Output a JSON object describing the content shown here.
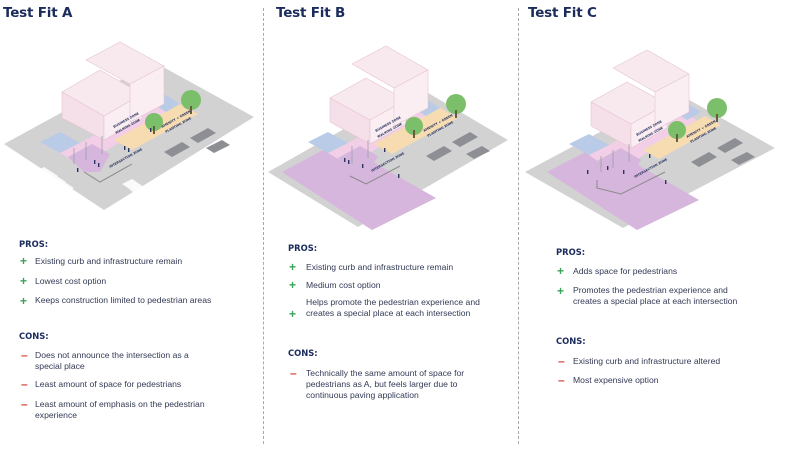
{
  "cards": [
    {
      "title": "Test Fit A",
      "pros_label": "PROS:",
      "cons_label": "CONS:",
      "zone_labels": [
        "BUSINESS ZONE",
        "WALKING ZONE",
        "AMENITY + GREEN",
        "PLANTING ZONE",
        "INTERSECTION ZONE"
      ],
      "pros": [
        "Existing curb and infrastructure remain",
        "Lowest cost option",
        "Keeps construction limited to pedestrian areas"
      ],
      "cons": [
        "Does not announce the intersection as a special place",
        "Least amount of space for pedestrians",
        "Least amount of emphasis on the pedestrian experience"
      ]
    },
    {
      "title": "Test Fit B",
      "pros_label": "PROS:",
      "cons_label": "CONS:",
      "zone_labels": [
        "BUSINESS ZONE",
        "WALKING ZONE",
        "AMENITY + GREEN",
        "PLANTING ZONE",
        "INTERSECTION ZONE"
      ],
      "pros": [
        "Existing curb and infrastructure remain",
        "Medium cost option",
        "Helps promote the pedestrian experience and creates a special place at each intersection"
      ],
      "cons": [
        "Technically the same amount of space for pedestrians as A, but feels larger due to continuous paving application"
      ]
    },
    {
      "title": "Test Fit C",
      "pros_label": "PROS:",
      "cons_label": "CONS:",
      "zone_labels": [
        "BUSINESS ZONE",
        "WALKING ZONE",
        "AMENITY + GREEN",
        "PLANTING ZONE",
        "INTERSECTION ZONE"
      ],
      "pros": [
        "Adds space for pedestrians",
        "Promotes the pedestrian experience and creates a special place at each intersection"
      ],
      "cons": [
        "Existing curb and infrastructure altered",
        "Most expensive option"
      ]
    }
  ],
  "colors": {
    "title": "#1a2b5c",
    "plus": "#3aa35a",
    "minus": "#d8453f",
    "plaza": "#d6b6dc",
    "walk": "#f2cfe6",
    "business": "#b9cbe6",
    "amenity": "#f7dcb1",
    "street": "#d2d2d2",
    "building": "#f8e9ee"
  }
}
